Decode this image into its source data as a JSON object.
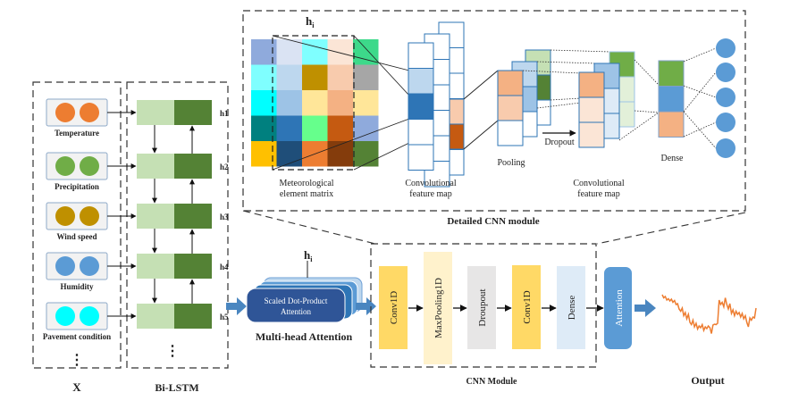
{
  "diagram": {
    "title": "Bi-LSTM + Multi-head Attention + CNN architecture"
  },
  "input_section": {
    "label": "X",
    "features": [
      {
        "name": "Temperature",
        "color": "#ED7D31"
      },
      {
        "name": "Precipitation",
        "color": "#70AD47"
      },
      {
        "name": "Wind speed",
        "color": "#BF9000"
      },
      {
        "name": "Humidity",
        "color": "#5B9BD5"
      },
      {
        "name": "Pavement condition",
        "color": "#00FFFF"
      }
    ],
    "ellipsis": "⋮"
  },
  "bilstm_section": {
    "label": "Bi-LSTM",
    "hidden_states": [
      "h1",
      "h2",
      "h3",
      "h4",
      "h5"
    ],
    "forward_color": "#C5E0B4",
    "backward_color": "#548235",
    "ellipsis": "⋮"
  },
  "attention_section": {
    "label": "Multi-head Attention",
    "input_symbol": "h",
    "input_subscript": "i",
    "block_label_line1": "Scaled Dot-Product",
    "block_label_line2": "Attention"
  },
  "cnn_module": {
    "label": "CNN Module",
    "layers": [
      {
        "name": "Conv1D",
        "color": "#FFD966"
      },
      {
        "name": "MaxPooling1D",
        "color": "#FFF2CC"
      },
      {
        "name": "Droupout",
        "color": "#E7E6E6"
      },
      {
        "name": "Conv1D",
        "color": "#FFD966"
      },
      {
        "name": "Dense",
        "color": "#DEEBF7"
      }
    ]
  },
  "final_attention": {
    "label": "Attention",
    "color": "#5B9BD5"
  },
  "output_section": {
    "label": "Output",
    "line_color": "#ED7D31"
  },
  "detailed_cnn": {
    "label": "Detailed CNN module",
    "matrix_symbol": "h",
    "matrix_subscript": "i",
    "matrix_label_line1": "Meteorological",
    "matrix_label_line2": "element matrix",
    "matrix_colors": [
      [
        "#8FAADC",
        "#DAE3F3",
        "#7FFFFF",
        "#FBE5D6",
        "#3DD98A"
      ],
      [
        "#7FFFFF",
        "#BDD7EE",
        "#BF9000",
        "#F8CBAD",
        "#A6A6A6"
      ],
      [
        "#00FFFF",
        "#9DC3E6",
        "#FFE699",
        "#F4B183",
        "#FFE699"
      ],
      [
        "#00807F",
        "#2E75B6",
        "#66FF8C",
        "#C55A11",
        "#8FAADC"
      ],
      [
        "#FFC000",
        "#1F4E79",
        "#ED7D31",
        "#843C0C",
        "#548235"
      ]
    ],
    "conv_map_label_line1": "Convolutional",
    "conv_map_label_line2": "feature map",
    "pooling_label": "Pooling",
    "dropout_label": "Dropout",
    "conv_map2_label_line1": "Convolutional",
    "conv_map2_label_line2": "feature map",
    "dense_label": "Dense",
    "dense_colors": [
      "#70AD47",
      "#5B9BD5",
      "#F4B183"
    ],
    "output_neurons": 5,
    "neuron_color": "#5B9BD5"
  },
  "chart_data": {
    "type": "line",
    "title": "Output",
    "xlabel": "",
    "ylabel": "",
    "series": [
      {
        "name": "output",
        "values": [
          0.92,
          0.85,
          0.88,
          0.8,
          0.83,
          0.78,
          0.82,
          0.75,
          0.79,
          0.7,
          0.72,
          0.6,
          0.55,
          0.62,
          0.45,
          0.52,
          0.38,
          0.48,
          0.3,
          0.25,
          0.35,
          0.2,
          0.28,
          0.15,
          0.22,
          0.18,
          0.25,
          0.12,
          0.2,
          0.16,
          0.22,
          0.18,
          0.05,
          0.24,
          0.26,
          0.25,
          0.28,
          0.8,
          0.7,
          0.75,
          0.65,
          0.85,
          0.7,
          0.6,
          0.72,
          0.5,
          0.58,
          0.45,
          0.55,
          0.48,
          0.52,
          0.42,
          0.5,
          0.38,
          0.45,
          0.3,
          0.2,
          0.4,
          0.35,
          0.42,
          0.4,
          0.62
        ]
      }
    ]
  }
}
